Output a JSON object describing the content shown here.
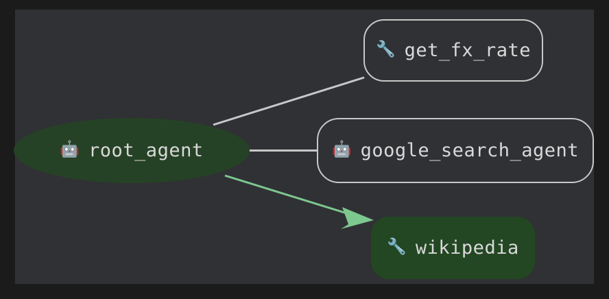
{
  "canvas": {
    "background_color": "#303134",
    "outer_background_color": "#1b1b1b"
  },
  "graph": {
    "type": "agent-tool-graph",
    "nodes": [
      {
        "id": "root_agent",
        "label": "root_agent",
        "icon": "robot-emoji",
        "icon_glyph": "🤖",
        "shape": "ellipse",
        "fill_color": "#264226",
        "text_color": "#d9d9d9",
        "border_color": "none"
      },
      {
        "id": "get_fx_rate",
        "label": "get_fx_rate",
        "icon": "wrench-emoji",
        "icon_glyph": "🔧",
        "shape": "rounded-rect",
        "fill_color": "#303134",
        "text_color": "#d9d9d9",
        "border_color": "#c8c8c8"
      },
      {
        "id": "google_search_agent",
        "label": "google_search_agent",
        "icon": "robot-emoji",
        "icon_glyph": "🤖",
        "shape": "rounded-rect",
        "fill_color": "#303134",
        "text_color": "#d9d9d9",
        "border_color": "#c8c8c8"
      },
      {
        "id": "wikipedia",
        "label": "wikipedia",
        "icon": "wrench-emoji",
        "icon_glyph": "🔧",
        "shape": "rounded-rect",
        "fill_color": "#234723",
        "text_color": "#d9d9d9",
        "border_color": "none"
      }
    ],
    "edges": [
      {
        "id": "root_agent-get_fx_rate",
        "from": "root_agent",
        "to": "get_fx_rate",
        "color": "#c8c8c8",
        "arrowhead": false
      },
      {
        "id": "root_agent-google_search_agent",
        "from": "root_agent",
        "to": "google_search_agent",
        "color": "#c8c8c8",
        "arrowhead": false
      },
      {
        "id": "root_agent-wikipedia",
        "from": "root_agent",
        "to": "wikipedia",
        "color": "#7dc88f",
        "arrowhead": true
      }
    ]
  }
}
